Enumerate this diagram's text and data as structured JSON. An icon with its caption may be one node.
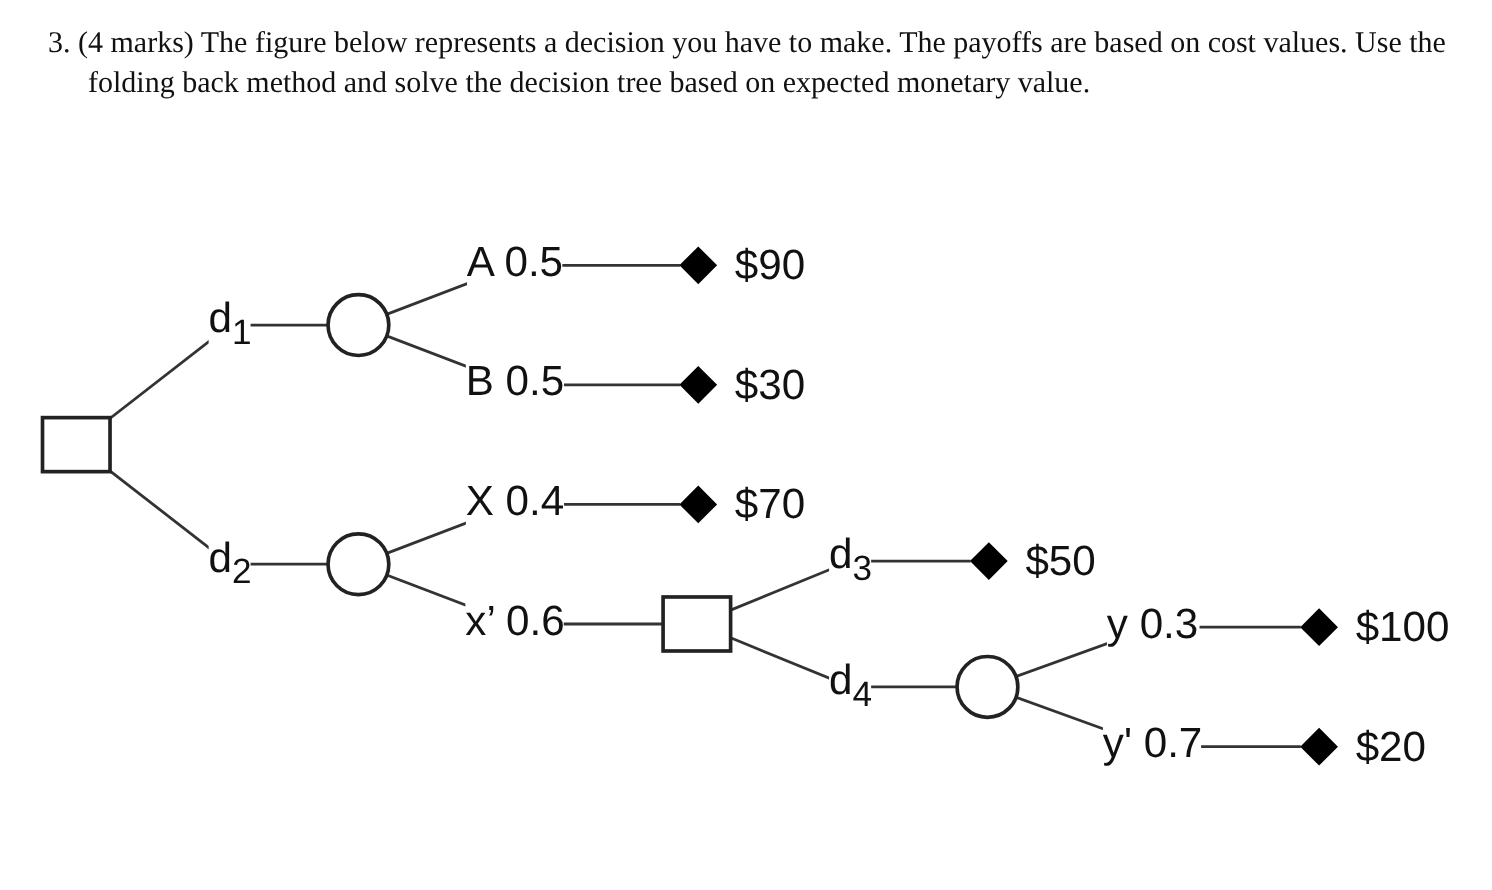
{
  "diagram": {
    "title": "3. (4 marks) The figure below represents a decision you have to make. The payoffs are based on cost values. Use the folding back method and solve the decision tree based on expected monetary value.",
    "nodes": [
      {
        "text": [],
        "shape": "box"
      },
      {
        "text": [],
        "shape": "circle"
      },
      {
        "text": [],
        "shape": "diamond",
        "beside": [
          "$90"
        ]
      },
      {
        "text": [],
        "shape": "diamond",
        "beside": [
          "$30"
        ]
      },
      {
        "text": [],
        "shape": "circle"
      },
      {
        "text": [],
        "shape": "diamond",
        "beside": [
          "$70"
        ]
      },
      {
        "text": [],
        "shape": "box"
      },
      {
        "text": [],
        "shape": "diamond",
        "beside": [
          "$50"
        ]
      },
      {
        "text": [],
        "shape": "circle"
      },
      {
        "text": [],
        "shape": "diamond",
        "beside": [
          "$100"
        ]
      },
      {
        "text": [],
        "shape": "diamond",
        "beside": [
          "$20"
        ]
      }
    ],
    "edges": [
      {
        "from": 0,
        "to": 1,
        "arrow": "none",
        "label": "d$_{1}$"
      },
      {
        "from": 0,
        "to": 4,
        "arrow": "none",
        "label": "d$_{2}$"
      },
      {
        "from": 1,
        "to": 2,
        "arrow": "none",
        "label": "A 0.5"
      },
      {
        "from": 1,
        "to": 3,
        "arrow": "none",
        "label": "B 0.5"
      },
      {
        "from": 4,
        "to": 5,
        "arrow": "none",
        "label": "X 0.4"
      },
      {
        "from": 4,
        "to": 6,
        "arrow": "none",
        "label": "x’ 0.6"
      },
      {
        "from": 6,
        "to": 7,
        "arrow": "none",
        "label": "d$_{3}$"
      },
      {
        "from": 6,
        "to": 8,
        "arrow": "none",
        "label": "d$_{4}$"
      },
      {
        "from": 8,
        "to": 9,
        "arrow": "none",
        "label": "y 0.3"
      },
      {
        "from": 8,
        "to": 10,
        "arrow": "none",
        "label": "y' 0.7"
      }
    ]
  }
}
